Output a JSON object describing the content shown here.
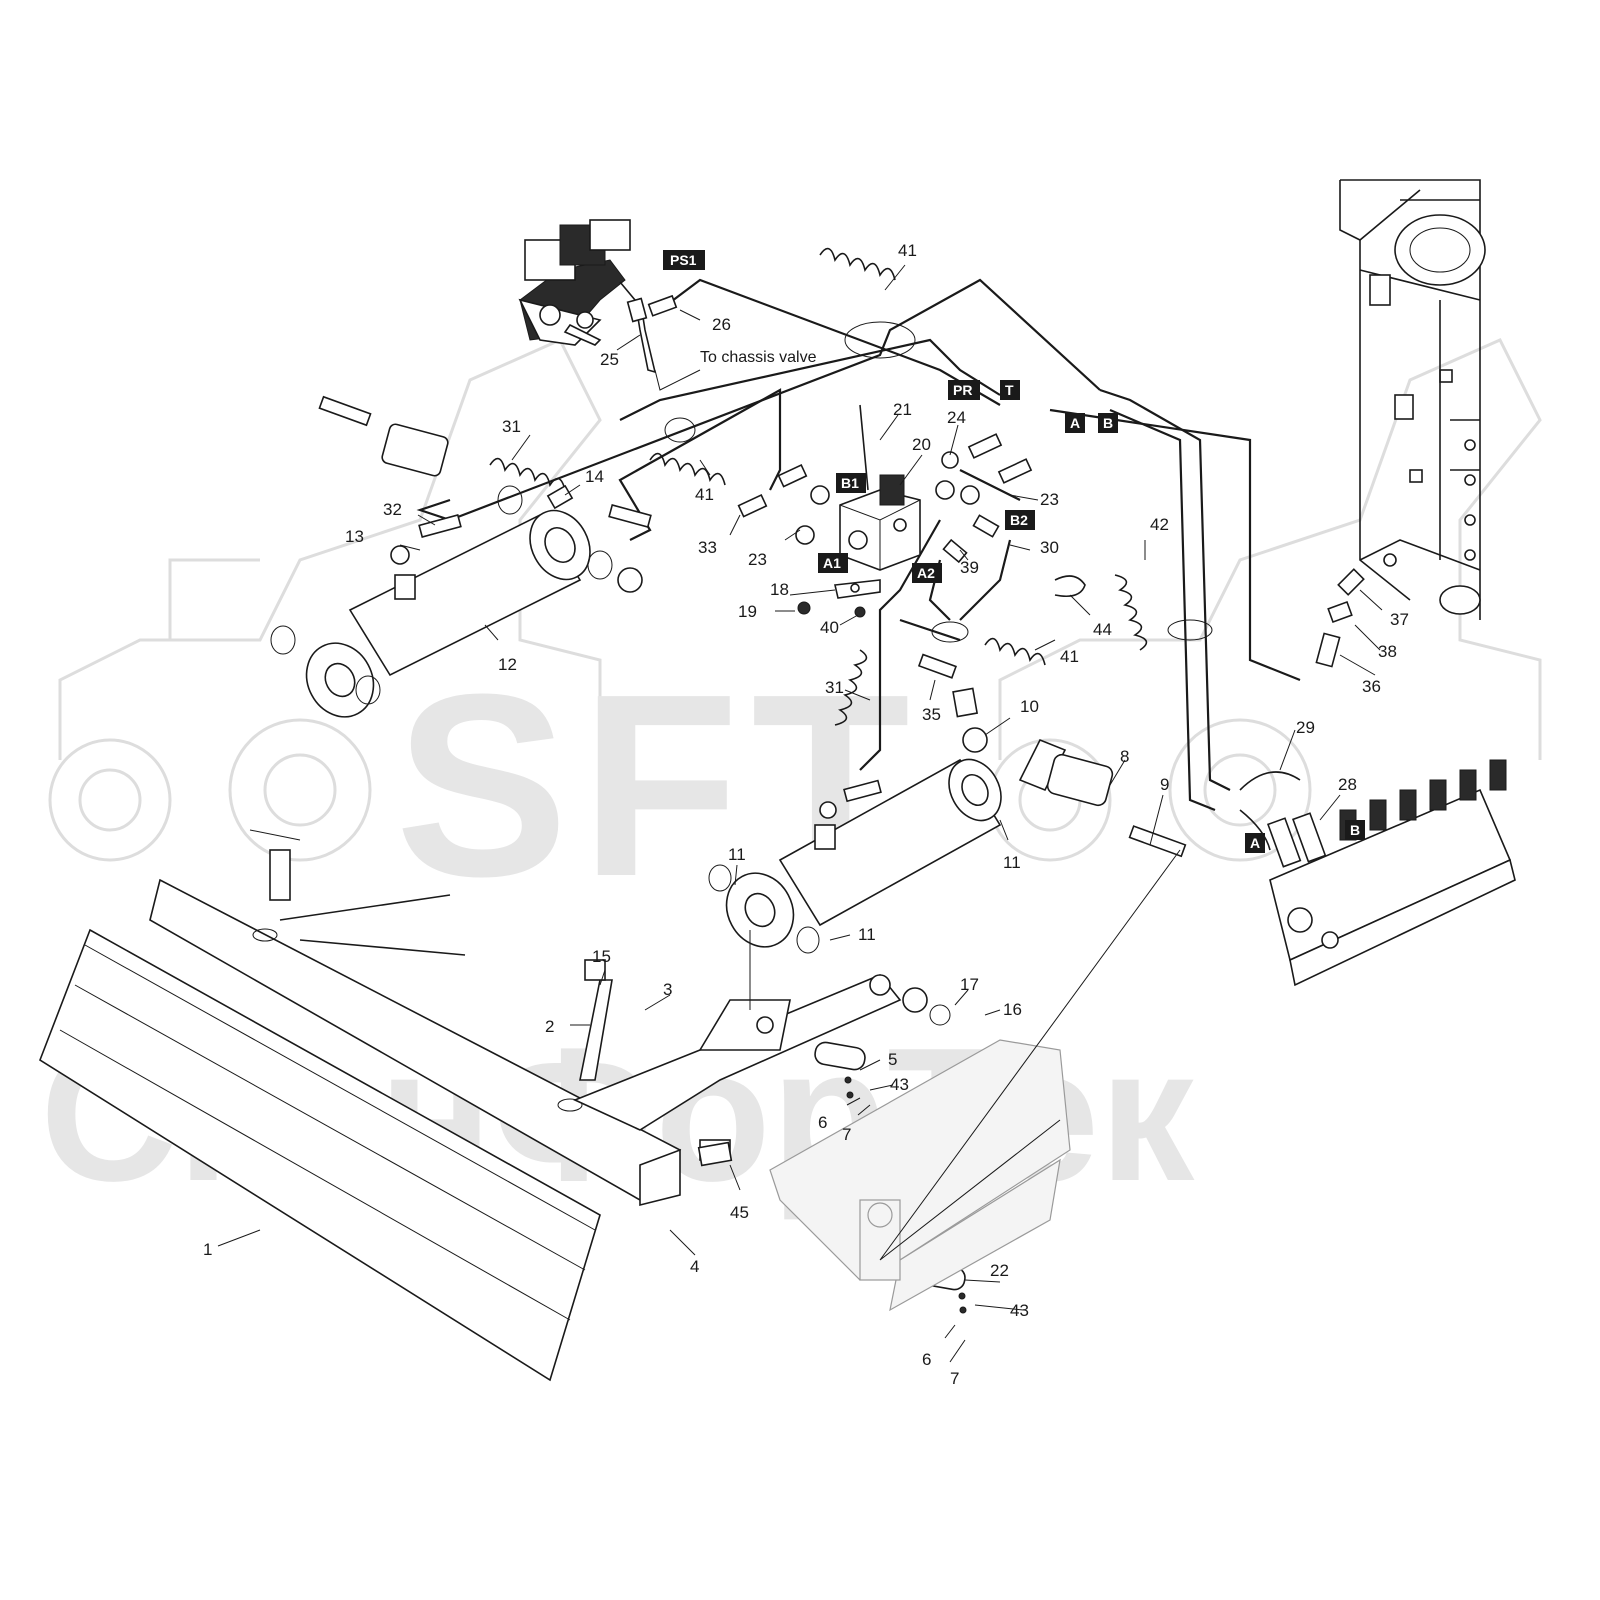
{
  "watermark": {
    "brand": "SFT",
    "company": "СканФорТек"
  },
  "ports": [
    {
      "label": "PS1"
    },
    {
      "label": "PR"
    },
    {
      "label": "T"
    },
    {
      "label": "A"
    },
    {
      "label": "B"
    },
    {
      "label": "B1"
    },
    {
      "label": "B2"
    },
    {
      "label": "A1"
    },
    {
      "label": "A2"
    },
    {
      "label": "A"
    },
    {
      "label": "B"
    }
  ],
  "notes": {
    "chassis": "To chassis valve"
  },
  "callouts": [
    {
      "label": "41"
    },
    {
      "label": "26"
    },
    {
      "label": "25"
    },
    {
      "label": "21"
    },
    {
      "label": "31"
    },
    {
      "label": "24"
    },
    {
      "label": "20"
    },
    {
      "label": "14"
    },
    {
      "label": "41"
    },
    {
      "label": "23"
    },
    {
      "label": "32"
    },
    {
      "label": "13"
    },
    {
      "label": "33"
    },
    {
      "label": "23"
    },
    {
      "label": "30"
    },
    {
      "label": "42"
    },
    {
      "label": "39"
    },
    {
      "label": "18"
    },
    {
      "label": "19"
    },
    {
      "label": "40"
    },
    {
      "label": "44"
    },
    {
      "label": "41"
    },
    {
      "label": "37"
    },
    {
      "label": "38"
    },
    {
      "label": "36"
    },
    {
      "label": "12"
    },
    {
      "label": "31"
    },
    {
      "label": "35"
    },
    {
      "label": "10"
    },
    {
      "label": "29"
    },
    {
      "label": "8"
    },
    {
      "label": "28"
    },
    {
      "label": "9"
    },
    {
      "label": "11"
    },
    {
      "label": "11"
    },
    {
      "label": "11"
    },
    {
      "label": "15"
    },
    {
      "label": "3"
    },
    {
      "label": "17"
    },
    {
      "label": "16"
    },
    {
      "label": "2"
    },
    {
      "label": "5"
    },
    {
      "label": "43"
    },
    {
      "label": "6"
    },
    {
      "label": "7"
    },
    {
      "label": "45"
    },
    {
      "label": "1"
    },
    {
      "label": "4"
    },
    {
      "label": "22"
    },
    {
      "label": "43"
    },
    {
      "label": "6"
    },
    {
      "label": "7"
    }
  ]
}
